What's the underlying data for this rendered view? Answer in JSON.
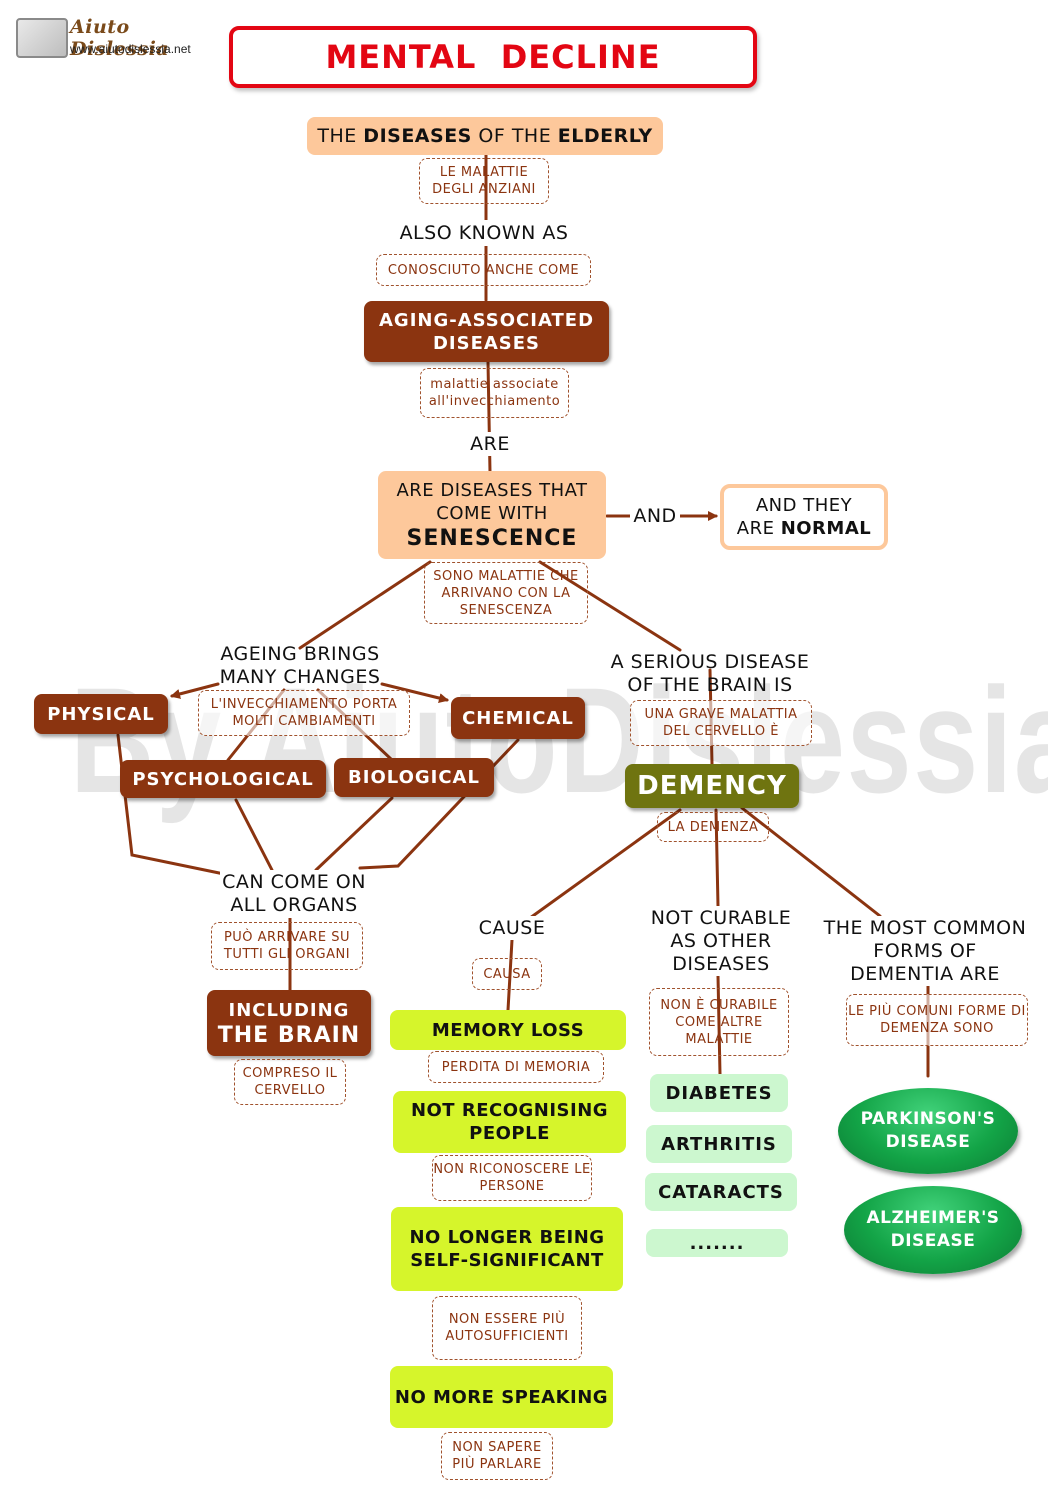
{
  "header": {
    "logo_title": "Aiuto Dislessia",
    "logo_url": "www.aiutodislessia.net",
    "title": "MENTAL  DECLINE"
  },
  "watermark": "By AiutoDislessia.net",
  "colors": {
    "title_red": "#e30613",
    "brown": "#8b3410",
    "peach": "#fdc89b",
    "lime": "#d6f52b",
    "mint": "#ccf7cf",
    "olive": "#6f7410",
    "green": "#13a447",
    "connector": "#8b3410"
  },
  "nodes": {
    "elderly": {
      "pre": "THE ",
      "bold1": "DISEASES",
      "mid": " OF THE ",
      "bold2": "ELDERLY",
      "it": "LE MALATTIE DEGLI ANZIANI"
    },
    "also_known_as": {
      "label": "ALSO KNOWN AS",
      "it": "CONOSCIUTO ANCHE COME"
    },
    "aging_associated": {
      "label": "AGING-ASSOCIATED DISEASES",
      "it": "malattie associate all'invecchiamento"
    },
    "are": {
      "label": "ARE"
    },
    "senescence": {
      "line": "ARE DISEASES THAT COME WITH",
      "bold": "SENESCENCE",
      "it": "SONO MALATTIE CHE ARRIVANO CON LA SENESCENZA"
    },
    "and": {
      "label": "AND"
    },
    "normal": {
      "line": "AND THEY ARE",
      "bold": "NORMAL"
    },
    "ageing_changes": {
      "label": "AGEING BRINGS MANY  CHANGES",
      "it": "L'INVECCHIAMENTO PORTA MOLTI CAMBIAMENTI"
    },
    "changes": [
      "PHYSICAL",
      "CHEMICAL",
      "PSYCHOLOGICAL",
      "BIOLOGICAL"
    ],
    "all_organs": {
      "label": "CAN COME ON ALL ORGANS",
      "it": "PUÒ ARRIVARE SU TUTTI GLI ORGANI"
    },
    "brain": {
      "pre": "INCLUDING",
      "bold": "THE BRAIN",
      "it": "COMPRESO IL CERVELLO"
    },
    "serious": {
      "label": "A SERIOUS DISEASE OF THE BRAIN IS",
      "it": "UNA  GRAVE MALATTIA DEL CERVELLO  È"
    },
    "dementia": {
      "label": "DEMENCY",
      "it": "LA DEMENZA"
    },
    "cause": {
      "label": "CAUSE",
      "it": "CAUSA"
    },
    "symptoms": [
      {
        "label": "MEMORY LOSS",
        "it": "PERDITA DI MEMORIA"
      },
      {
        "label": "NOT RECOGNISING PEOPLE",
        "it": "NON RICONOSCERE LE PERSONE"
      },
      {
        "label": "NO LONGER BEING SELF-SIGNIFICANT",
        "it": "NON ESSERE PIÙ AUTOSUFFICIENTI"
      },
      {
        "label": "NO MORE SPEAKING",
        "it": "NON SAPERE PIÙ PARLARE"
      }
    ],
    "not_curable": {
      "label": "NOT CURABLE AS OTHER DISEASES",
      "it": "NON È CURABILE COME ALTRE MALATTIE"
    },
    "other_diseases": [
      "DIABETES",
      "ARTHRITIS",
      "CATARACTS",
      "......."
    ],
    "common_forms": {
      "label": "THE MOST COMMON FORMS OF DEMENTIA ARE",
      "it": "LE PIÙ COMUNI FORME DI DEMENZA SONO"
    },
    "forms": [
      "PARKINSON'S DISEASE",
      "ALZHEIMER'S DISEASE"
    ]
  }
}
